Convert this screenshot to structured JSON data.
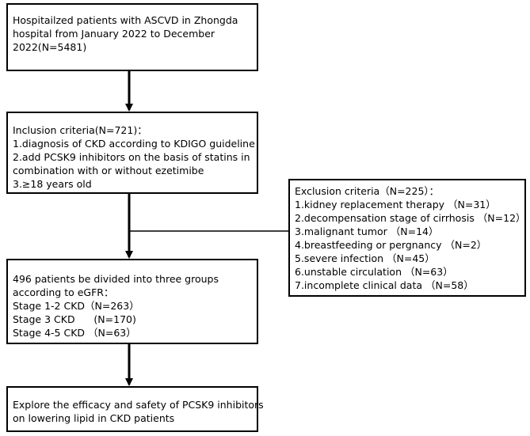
{
  "flowchart": {
    "nodes": [
      {
        "id": "study-population",
        "lines": [
          "Hospitailzed patients with ASCVD in Zhongda",
          "hospital from January 2022 to December",
          "2022(N=5481)"
        ]
      },
      {
        "id": "inclusion-criteria",
        "lines": [
          "Inclusion criteria(N=721)：",
          "1.diagnosis of CKD according to KDIGO guideline",
          "2.add PCSK9 inhibitors on the basis of statins in",
          "combination with or without ezetimibe",
          "3.≥18 years old"
        ]
      },
      {
        "id": "exclusion-criteria",
        "lines": [
          "Exclusion criteria（N=225）：",
          "1.kidney replacement therapy （N=31）",
          "2.decompensation stage of cirrhosis （N=12）",
          "3.malignant tumor （N=14）",
          "4.breastfeeding or pergnancy （N=2）",
          "5.severe infection （N=45）",
          "6.unstable circulation （N=63）",
          "7.incomplete clinical data （N=58）"
        ]
      },
      {
        "id": "grouping",
        "lines": [
          "496 patients be divided into three groups",
          "according to eGFR：",
          "Stage 1-2 CKD（N=263）",
          "Stage 3 CKD      (N=170)",
          "Stage 4-5 CKD （N=63）"
        ]
      },
      {
        "id": "study-aim",
        "lines": [
          "Explore the efficacy and safety of PCSK9 inhibitors",
          "on lowering lipid in CKD patients"
        ]
      }
    ],
    "edges": [
      {
        "from": "study-population",
        "to": "inclusion-criteria",
        "style": "arrow"
      },
      {
        "from": "inclusion-criteria",
        "to": "grouping",
        "style": "arrow"
      },
      {
        "from": "inclusion-criteria",
        "to": "exclusion-criteria",
        "style": "branch-line"
      },
      {
        "from": "grouping",
        "to": "study-aim",
        "style": "arrow"
      }
    ],
    "colors": {
      "stroke": "#000000",
      "background": "#ffffff"
    }
  }
}
